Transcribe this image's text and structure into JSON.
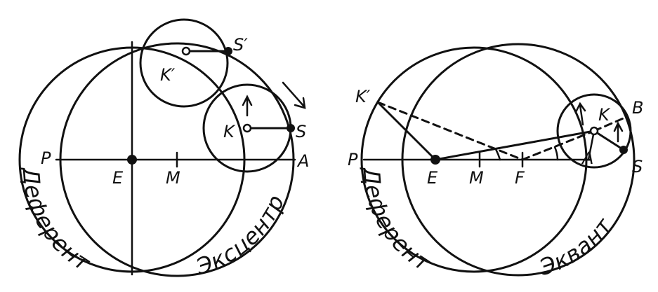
{
  "left": {
    "labels": {
      "P": "P",
      "E": "E",
      "M": "M",
      "A": "A",
      "K": "K",
      "S": "S",
      "K_prime": "K′",
      "S_prime": "S′"
    },
    "curve_labels": {
      "deferent": "Деферент",
      "eccentric": "Эксцентр"
    }
  },
  "right": {
    "labels": {
      "P": "P",
      "E": "E",
      "M": "M",
      "F": "F",
      "A": "A",
      "K": "K",
      "B": "B",
      "S": "S",
      "K_prime": "K′"
    },
    "curve_labels": {
      "deferent": "Деферент",
      "equant": "Эквант"
    }
  }
}
